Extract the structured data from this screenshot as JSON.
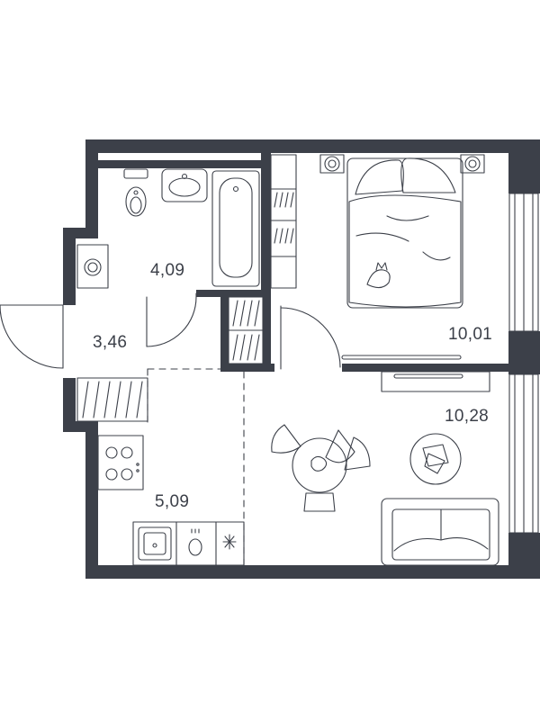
{
  "rooms": {
    "bathroom": "4,09",
    "hallway": "3,46",
    "bedroom": "10,01",
    "living": "10,28",
    "kitchen": "5,09"
  },
  "colors": {
    "wall": "#3c4049",
    "line": "#3c4049",
    "background": "#ffffff"
  }
}
